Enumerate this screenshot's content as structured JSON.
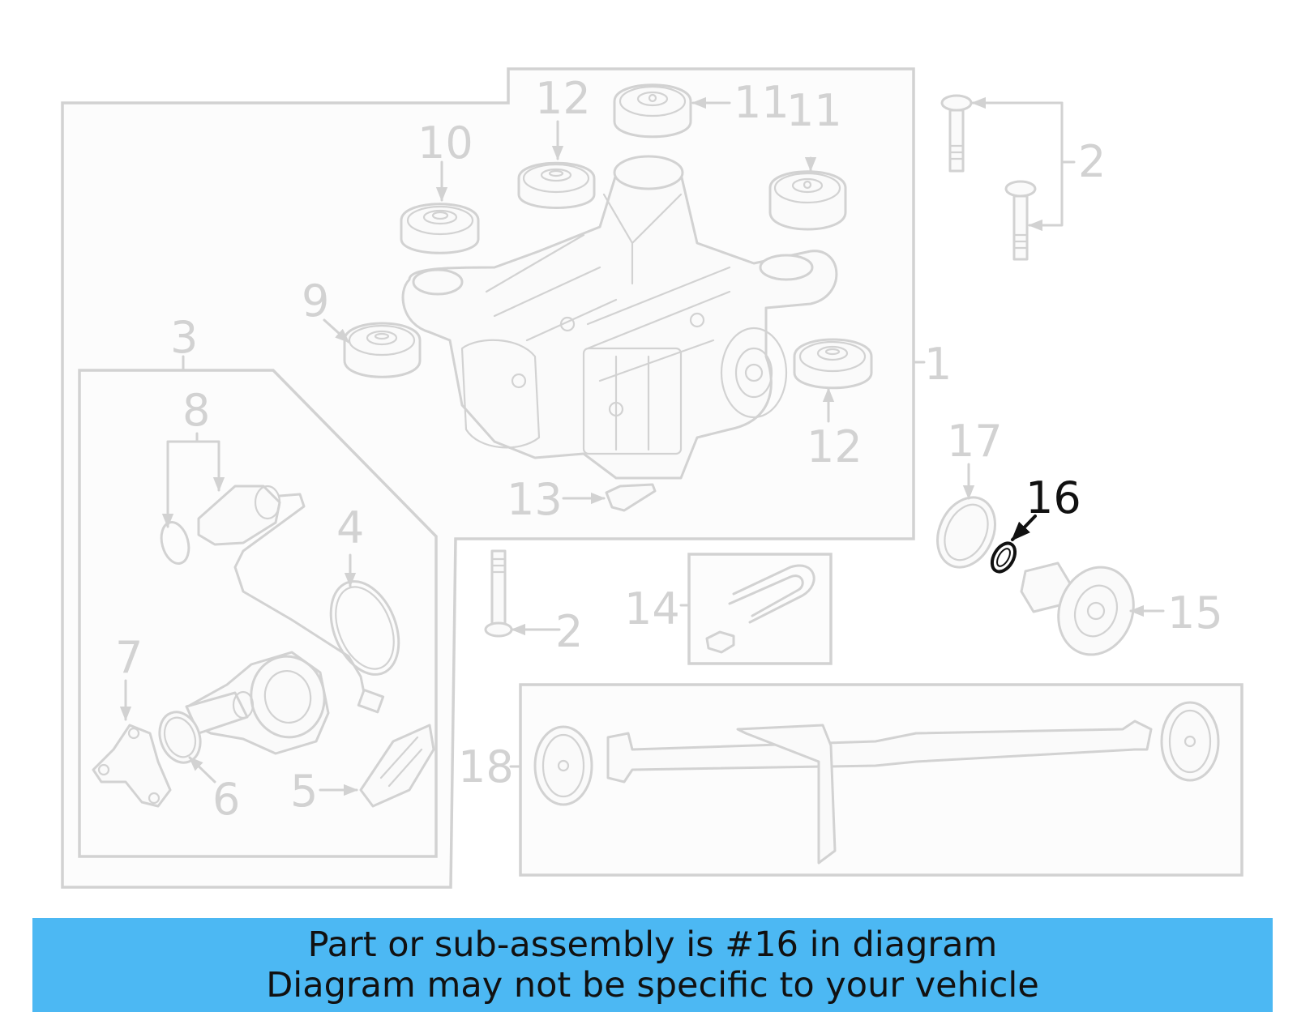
{
  "diagram": {
    "callouts": {
      "c1": "1",
      "c2a": "2",
      "c2b": "2",
      "c3": "3",
      "c4": "4",
      "c5": "5",
      "c6": "6",
      "c7": "7",
      "c8": "8",
      "c9": "9",
      "c10": "10",
      "c11a": "11",
      "c11b": "11",
      "c12a": "12",
      "c12b": "12",
      "c13": "13",
      "c14": "14",
      "c15": "15",
      "c16": "16",
      "c17": "17",
      "c18": "18"
    },
    "highlighted_part": "16",
    "colors": {
      "line": "#d2d2d2",
      "highlight": "#111111",
      "banner": "#4cb8f3"
    }
  },
  "banner": {
    "line1": "Part or sub-assembly is #16 in diagram",
    "line2": "Diagram may not be specific to your vehicle"
  }
}
